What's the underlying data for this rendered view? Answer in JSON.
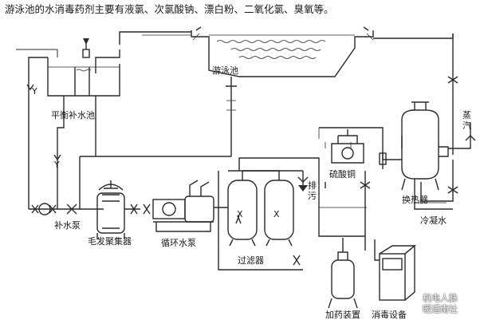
{
  "title": "游泳池的水消毒药剂主要有液氯、次氯酸钠、漂白粉、二氧化氯、臭氧等。",
  "labels": {
    "pool": "游泳池",
    "balance_tank": "平衡补水池",
    "makeup_pump": "补水泵",
    "hair_filter": "毛发聚集器",
    "circ_pump": "循环水泵",
    "filters": "过滤器",
    "drain": "排污",
    "copper_sulfate": "硫酸铜",
    "heat_exchanger": "换热器",
    "steam": "蒸汽",
    "condensate": "冷凝水",
    "dosing": "加药装置",
    "disinfect": "消毒设备",
    "y_mark": "Y",
    "x_mark": "X"
  },
  "watermark": {
    "line1": "机电人脉",
    "line2": "暖通南社"
  }
}
